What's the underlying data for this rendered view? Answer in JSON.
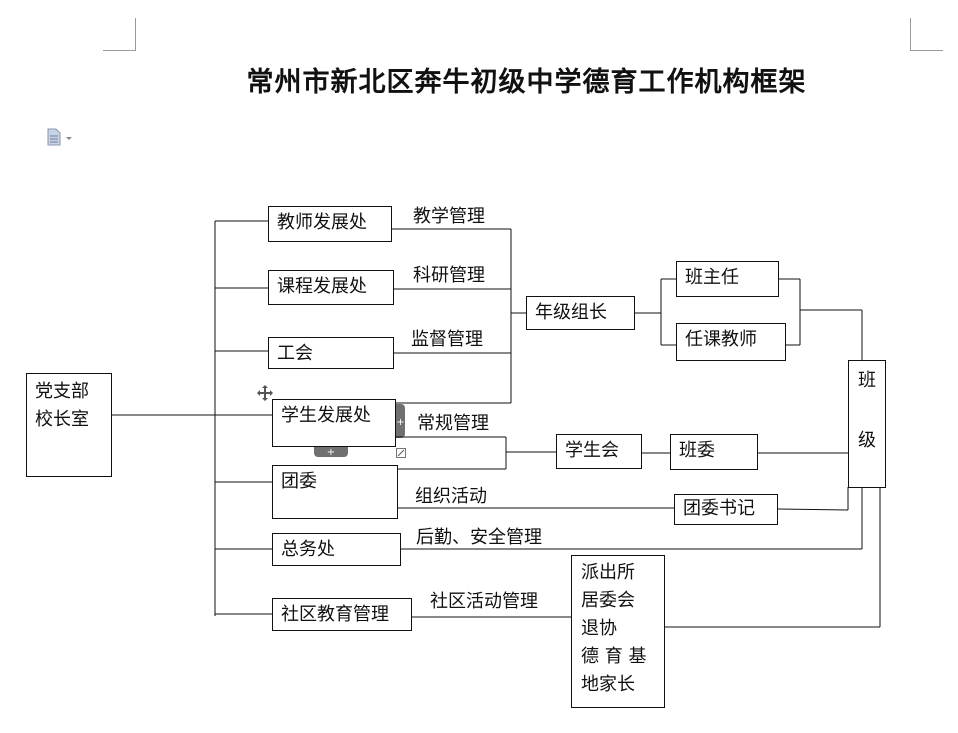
{
  "diagram": {
    "title": "常州市新北区奔牛初级中学德育工作机构框架",
    "root": [
      "党支部",
      "校长室"
    ],
    "departments": {
      "teacher_dev": "教师发展处",
      "curriculum_dev": "课程发展处",
      "union": "工会",
      "student_dev": "学生发展处",
      "youth_league": "团委",
      "general_affairs": "总务处",
      "community_edu": "社区教育管理"
    },
    "line_labels": {
      "teaching_mgmt": "教学管理",
      "research_mgmt": "科研管理",
      "supervision_mgmt": "监督管理",
      "routine_mgmt": "常规管理",
      "org_activities": "组织活动",
      "logistics_safety": "后勤、安全管理",
      "community_activities": "社区活动管理"
    },
    "nodes": {
      "grade_leader": "年级组长",
      "head_teacher": "班主任",
      "subject_teacher": "任课教师",
      "student_union": "学生会",
      "class_committee": "班委",
      "league_secretary": "团委书记",
      "class_vertical": [
        "班",
        "级"
      ],
      "community_parties": [
        "派出所",
        "居委会",
        "退协",
        "德 育 基",
        "地家长"
      ]
    }
  }
}
